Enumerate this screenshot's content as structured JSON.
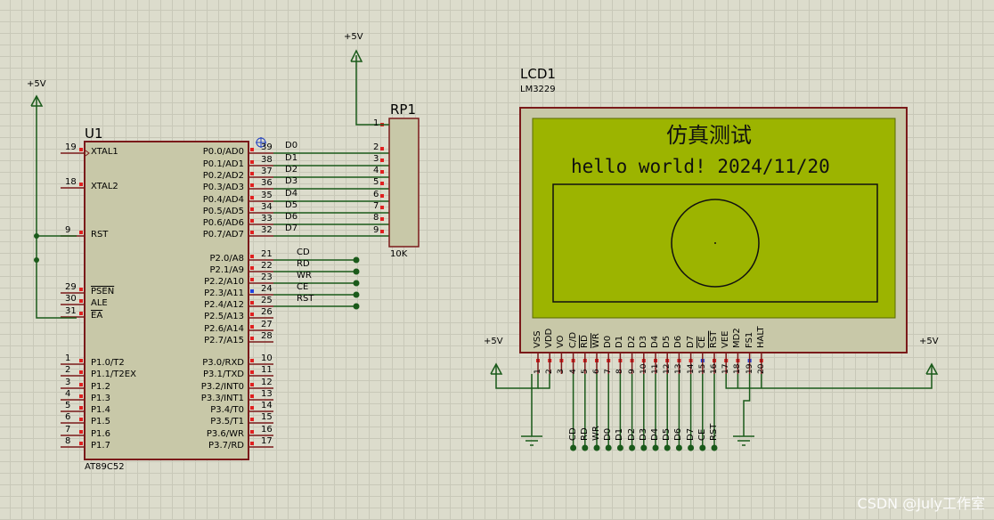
{
  "u1": {
    "ref": "U1",
    "part": "AT89C52",
    "left_pins": [
      {
        "num": "19",
        "name": "XTAL1"
      },
      {
        "num": "18",
        "name": "XTAL2"
      },
      {
        "num": "9",
        "name": "RST"
      },
      {
        "num": "29",
        "name": "PSEN"
      },
      {
        "num": "30",
        "name": "ALE"
      },
      {
        "num": "31",
        "name": "EA"
      },
      {
        "num": "1",
        "name": "P1.0/T2"
      },
      {
        "num": "2",
        "name": "P1.1/T2EX"
      },
      {
        "num": "3",
        "name": "P1.2"
      },
      {
        "num": "4",
        "name": "P1.3"
      },
      {
        "num": "5",
        "name": "P1.4"
      },
      {
        "num": "6",
        "name": "P1.5"
      },
      {
        "num": "7",
        "name": "P1.6"
      },
      {
        "num": "8",
        "name": "P1.7"
      }
    ],
    "right_pins": [
      {
        "num": "39",
        "name": "P0.0/AD0"
      },
      {
        "num": "38",
        "name": "P0.1/AD1"
      },
      {
        "num": "37",
        "name": "P0.2/AD2"
      },
      {
        "num": "36",
        "name": "P0.3/AD3"
      },
      {
        "num": "35",
        "name": "P0.4/AD4"
      },
      {
        "num": "34",
        "name": "P0.5/AD5"
      },
      {
        "num": "33",
        "name": "P0.6/AD6"
      },
      {
        "num": "32",
        "name": "P0.7/AD7"
      },
      {
        "num": "21",
        "name": "P2.0/A8"
      },
      {
        "num": "22",
        "name": "P2.1/A9"
      },
      {
        "num": "23",
        "name": "P2.2/A10"
      },
      {
        "num": "24",
        "name": "P2.3/A11"
      },
      {
        "num": "25",
        "name": "P2.4/A12"
      },
      {
        "num": "26",
        "name": "P2.5/A13"
      },
      {
        "num": "27",
        "name": "P2.6/A14"
      },
      {
        "num": "28",
        "name": "P2.7/A15"
      },
      {
        "num": "10",
        "name": "P3.0/RXD"
      },
      {
        "num": "11",
        "name": "P3.1/TXD"
      },
      {
        "num": "12",
        "name": "P3.2/INT0"
      },
      {
        "num": "13",
        "name": "P3.3/INT1"
      },
      {
        "num": "14",
        "name": "P3.4/T0"
      },
      {
        "num": "15",
        "name": "P3.5/T1"
      },
      {
        "num": "16",
        "name": "P3.6/WR"
      },
      {
        "num": "17",
        "name": "P3.7/RD"
      }
    ]
  },
  "data_nets": [
    "D0",
    "D1",
    "D2",
    "D3",
    "D4",
    "D5",
    "D6",
    "D7"
  ],
  "ctrl_nets": [
    "CD",
    "RD",
    "WR",
    "CE",
    "RST"
  ],
  "rp1": {
    "ref": "RP1",
    "value": "10K",
    "pins": [
      "1",
      "2",
      "3",
      "4",
      "5",
      "6",
      "7",
      "8",
      "9"
    ]
  },
  "power": {
    "label": "+5V"
  },
  "lcd": {
    "ref": "LCD1",
    "part": "LM3229",
    "screen_title": "仿真测试",
    "screen_line": "hello world! 2024/11/20",
    "pins": [
      {
        "num": "1",
        "name": "VSS"
      },
      {
        "num": "2",
        "name": "VDD"
      },
      {
        "num": "3",
        "name": "VO"
      },
      {
        "num": "4",
        "name": "C/D"
      },
      {
        "num": "5",
        "name": "RD"
      },
      {
        "num": "6",
        "name": "WR"
      },
      {
        "num": "7",
        "name": "D0"
      },
      {
        "num": "8",
        "name": "D1"
      },
      {
        "num": "9",
        "name": "D2"
      },
      {
        "num": "10",
        "name": "D3"
      },
      {
        "num": "11",
        "name": "D4"
      },
      {
        "num": "12",
        "name": "D5"
      },
      {
        "num": "13",
        "name": "D6"
      },
      {
        "num": "14",
        "name": "D7"
      },
      {
        "num": "15",
        "name": "CE"
      },
      {
        "num": "16",
        "name": "RST"
      },
      {
        "num": "17",
        "name": "VEE"
      },
      {
        "num": "18",
        "name": "MD2"
      },
      {
        "num": "19",
        "name": "FS1"
      },
      {
        "num": "20",
        "name": "HALT"
      }
    ],
    "bottom_nets": [
      "CD",
      "RD",
      "WR",
      "D0",
      "D1",
      "D2",
      "D3",
      "D4",
      "D5",
      "D6",
      "D7",
      "CE",
      "RST"
    ]
  },
  "watermark": "CSDN @July工作室"
}
